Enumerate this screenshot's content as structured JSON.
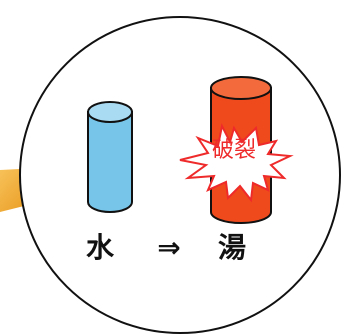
{
  "labels": {
    "water": "水",
    "arrow": "⇒",
    "hot_water": "湯",
    "burst": "破裂"
  },
  "colors": {
    "water_cylinder": "#77c6ea",
    "hot_cylinder": "#ef4a1c",
    "burst_outline": "#ef2a2a",
    "pointer": "#f0a020",
    "outline": "#111111"
  }
}
